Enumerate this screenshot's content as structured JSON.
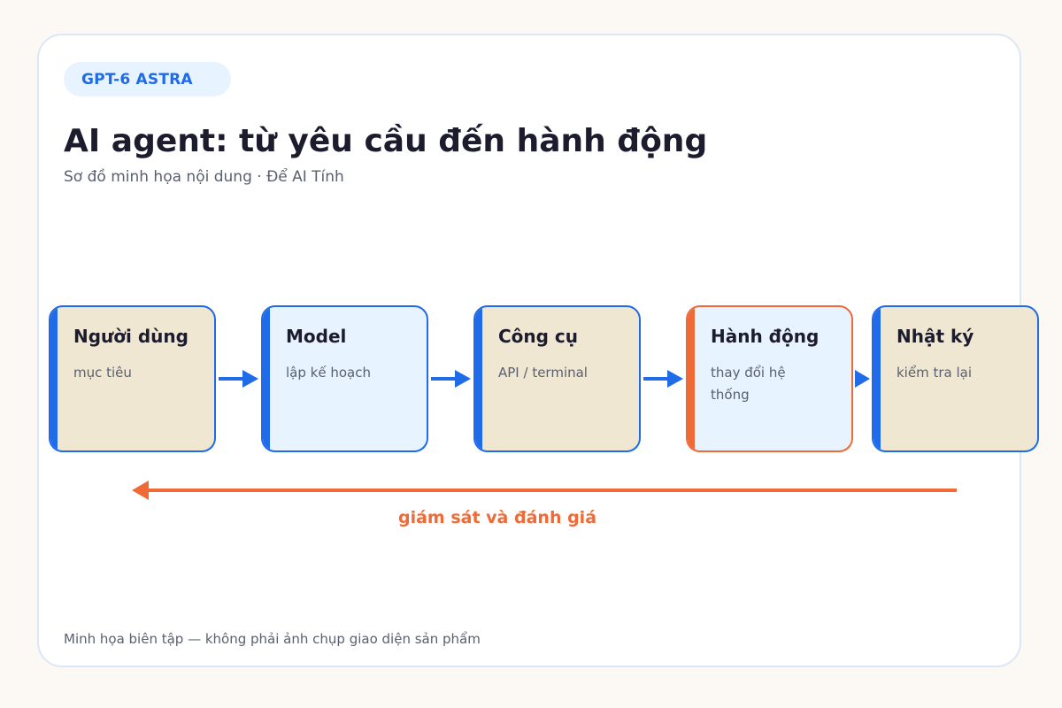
{
  "badge": "GPT-6 ASTRA",
  "title": "AI agent: từ yêu cầu đến hành động",
  "subtitle": "Sơ đồ minh họa nội dung · Để AI Tính",
  "nodes": [
    {
      "title": "Người dùng",
      "desc": "mục tiêu"
    },
    {
      "title": "Model",
      "desc": "lập kế hoạch"
    },
    {
      "title": "Công cụ",
      "desc": "API / terminal"
    },
    {
      "title": "Hành động",
      "desc": "thay đổi hệ thống"
    },
    {
      "title": "Nhật ký",
      "desc": "kiểm tra lại"
    }
  ],
  "feedback": "giám sát và đánh giá",
  "footer": "Minh họa biên tập — không phải ảnh chụp giao diện sản phẩm",
  "colors": {
    "accent_blue": "#1f6be8",
    "accent_orange": "#ef6a36",
    "node_beige": "#efe7d2",
    "node_blue": "#e7f3fe"
  }
}
